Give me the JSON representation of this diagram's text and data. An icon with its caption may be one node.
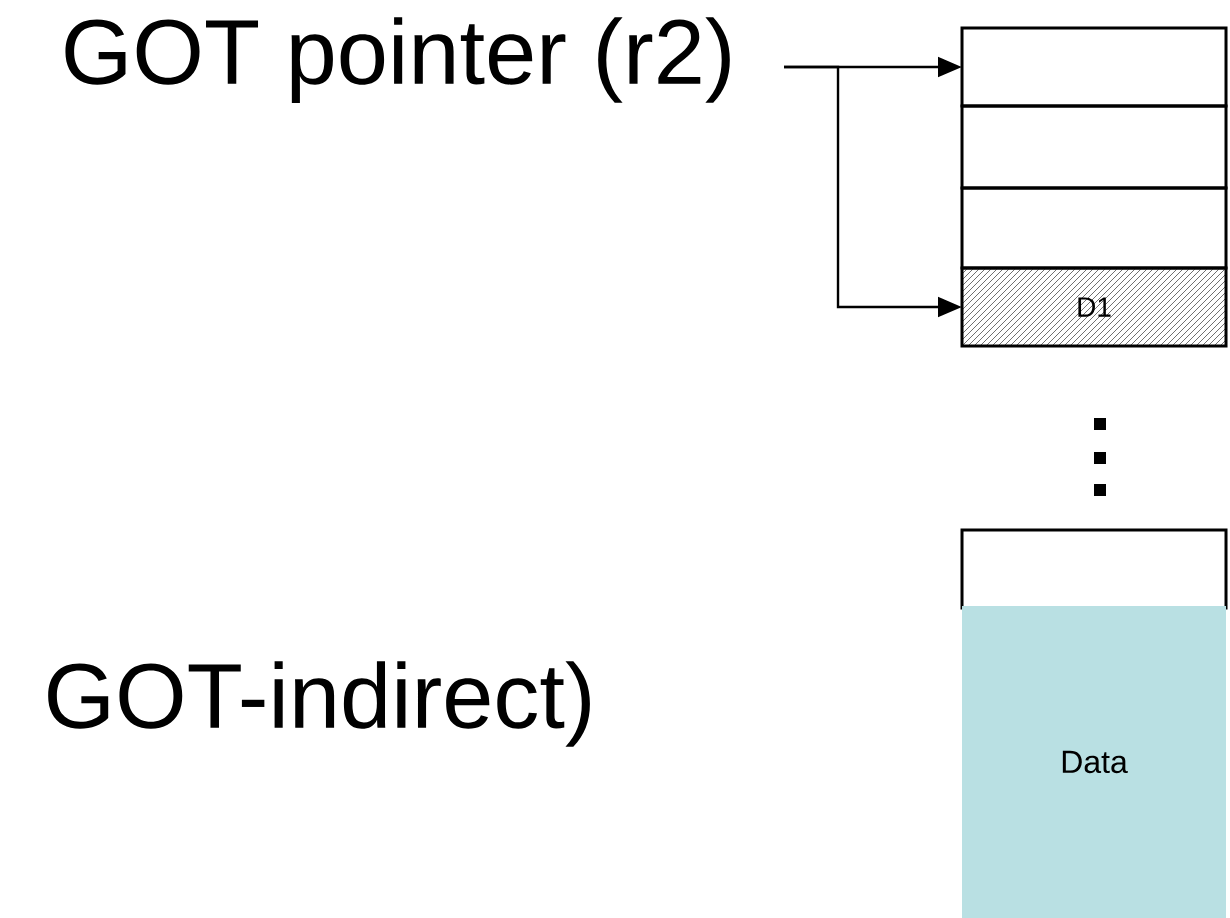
{
  "diagram": {
    "nodes": [
      {
        "text": [
          "GOT pointer (r2)"
        ]
      },
      {
        "text": [],
        "shape": "box"
      },
      {
        "text": [],
        "shape": "box"
      },
      {
        "text": [],
        "shape": "box"
      },
      {
        "text": [
          "D1"
        ]
      },
      {
        "text": [],
        "shape": "box"
      },
      {
        "text": [
          "Data"
        ]
      }
    ],
    "edges": [
      {
        "from": 0,
        "to": 1,
        "arrow": "to"
      },
      {
        "from": 0,
        "to": 4,
        "arrow": "to"
      }
    ],
    "labels": [
      "GOT-indirect)"
    ]
  }
}
